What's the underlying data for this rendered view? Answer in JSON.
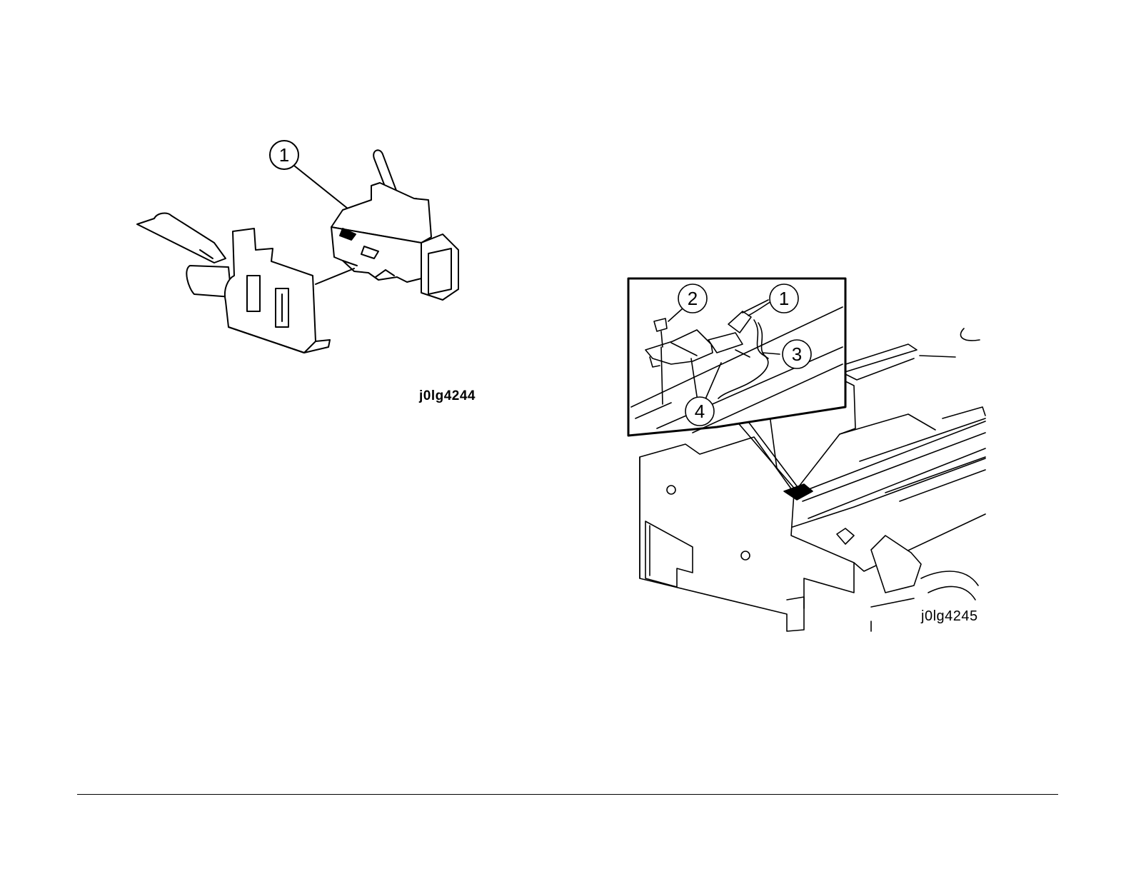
{
  "figure_left": {
    "id": "j0lg4244",
    "callouts": [
      "1"
    ]
  },
  "figure_right": {
    "id": "j0lg4245",
    "callouts": [
      "2",
      "1",
      "3",
      "4"
    ]
  }
}
